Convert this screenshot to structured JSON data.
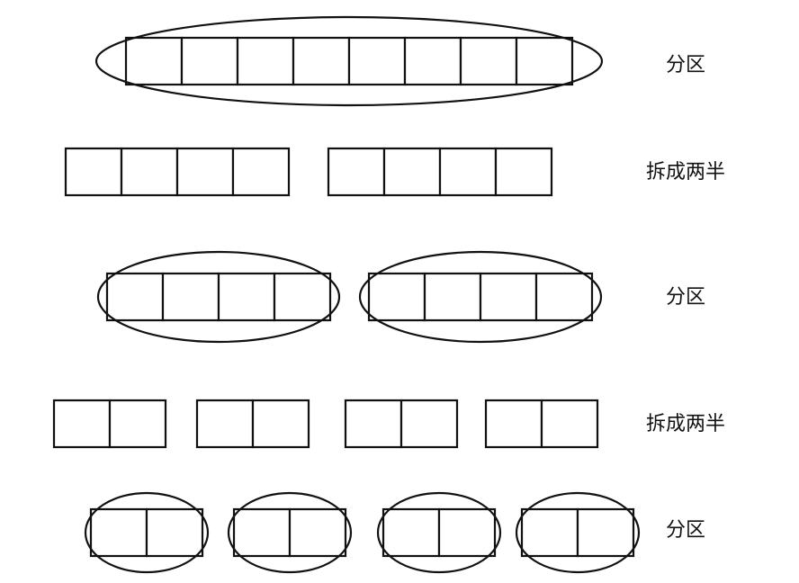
{
  "diagram": {
    "rows": [
      {
        "label": "分区",
        "groups": 1,
        "cells_per_group": 8,
        "partitioned": true
      },
      {
        "label": "拆成两半",
        "groups": 2,
        "cells_per_group": 4,
        "partitioned": false
      },
      {
        "label": "分区",
        "groups": 2,
        "cells_per_group": 4,
        "partitioned": true
      },
      {
        "label": "拆成两半",
        "groups": 4,
        "cells_per_group": 2,
        "partitioned": false
      },
      {
        "label": "分区",
        "groups": 4,
        "cells_per_group": 2,
        "partitioned": true
      }
    ],
    "stroke_color": "#111111",
    "fill_color": "#ffffff"
  }
}
